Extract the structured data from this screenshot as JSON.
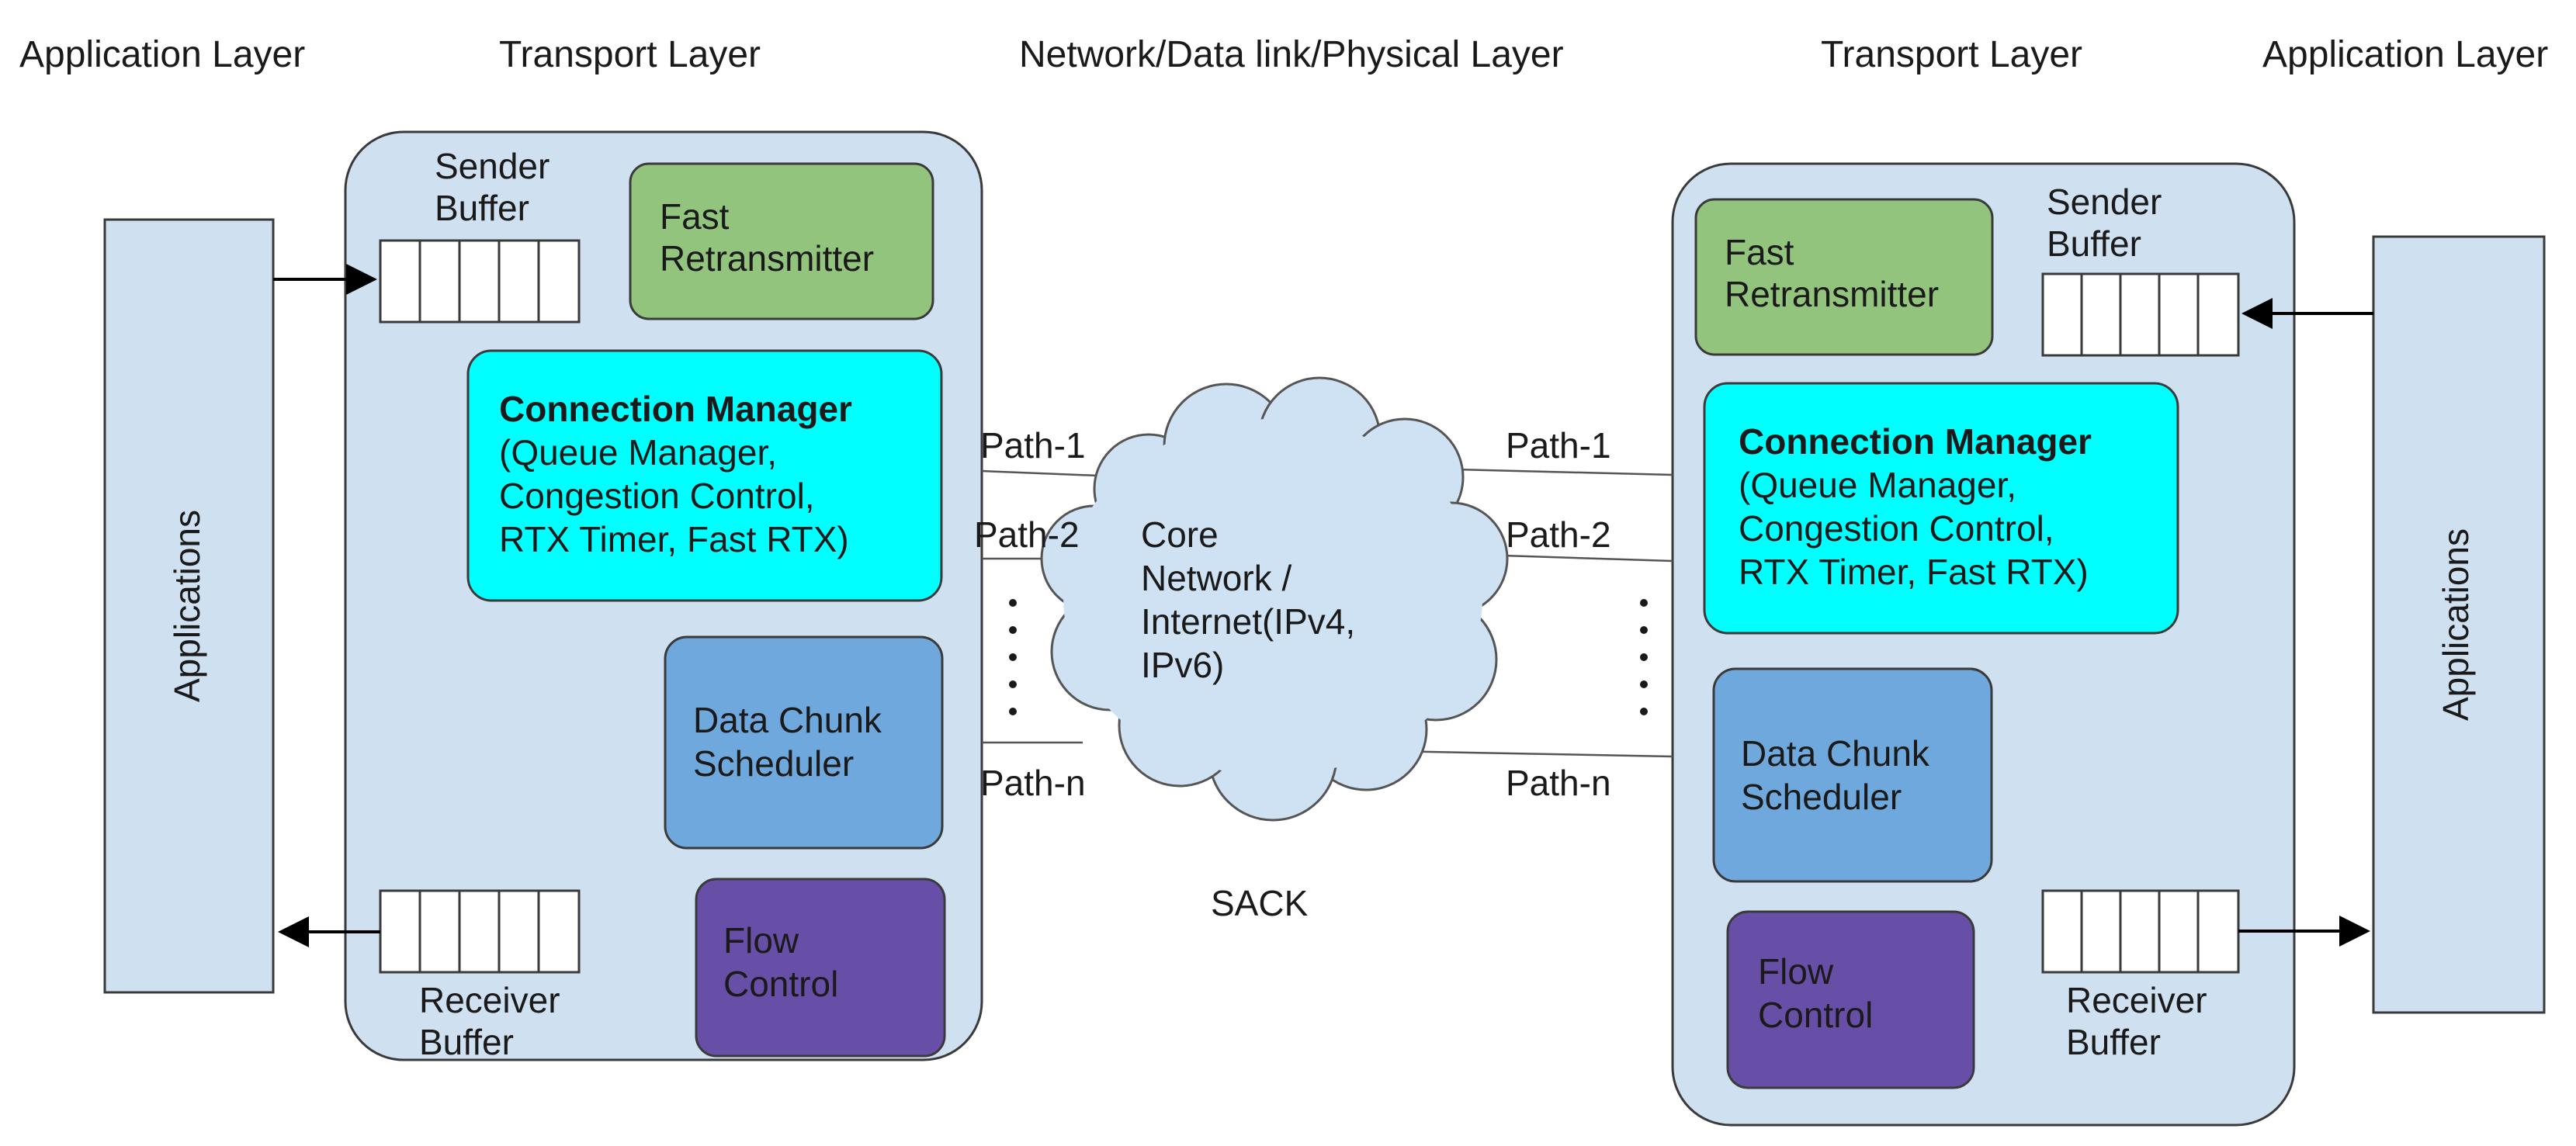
{
  "headers": {
    "application_left": "Application Layer",
    "transport_left": "Transport Layer",
    "network": "Network/Data link/Physical Layer",
    "transport_right": "Transport Layer",
    "application_right": "Application Layer"
  },
  "applications_label": "Applications",
  "sender_buffer": [
    "Sender",
    "Buffer"
  ],
  "receiver_buffer": [
    "Receiver",
    "Buffer"
  ],
  "fast_retransmitter": [
    "Fast",
    "Retransmitter"
  ],
  "connection_manager": {
    "title": "Connection Manager",
    "lines": [
      "(Queue Manager,",
      "Congestion Control,",
      "RTX Timer, Fast RTX)"
    ]
  },
  "data_chunk_scheduler": [
    "Data Chunk",
    "Scheduler"
  ],
  "flow_control": [
    "Flow",
    "Control"
  ],
  "paths": [
    "Path-1",
    "Path-2",
    "Path-n"
  ],
  "cloud_text": [
    "Core",
    "Network /",
    "Internet(IPv4,",
    "IPv6)"
  ],
  "sack": "SACK",
  "colors": {
    "transport_bg": "#cfe0f1",
    "app_bg": "#cfe0f1",
    "fast_retransmitter": "#93c47d",
    "connection_manager": "#00ffff",
    "data_chunk_scheduler": "#6fa8dc",
    "flow_control": "#674ea7",
    "cloud": "#cfe2f3"
  }
}
